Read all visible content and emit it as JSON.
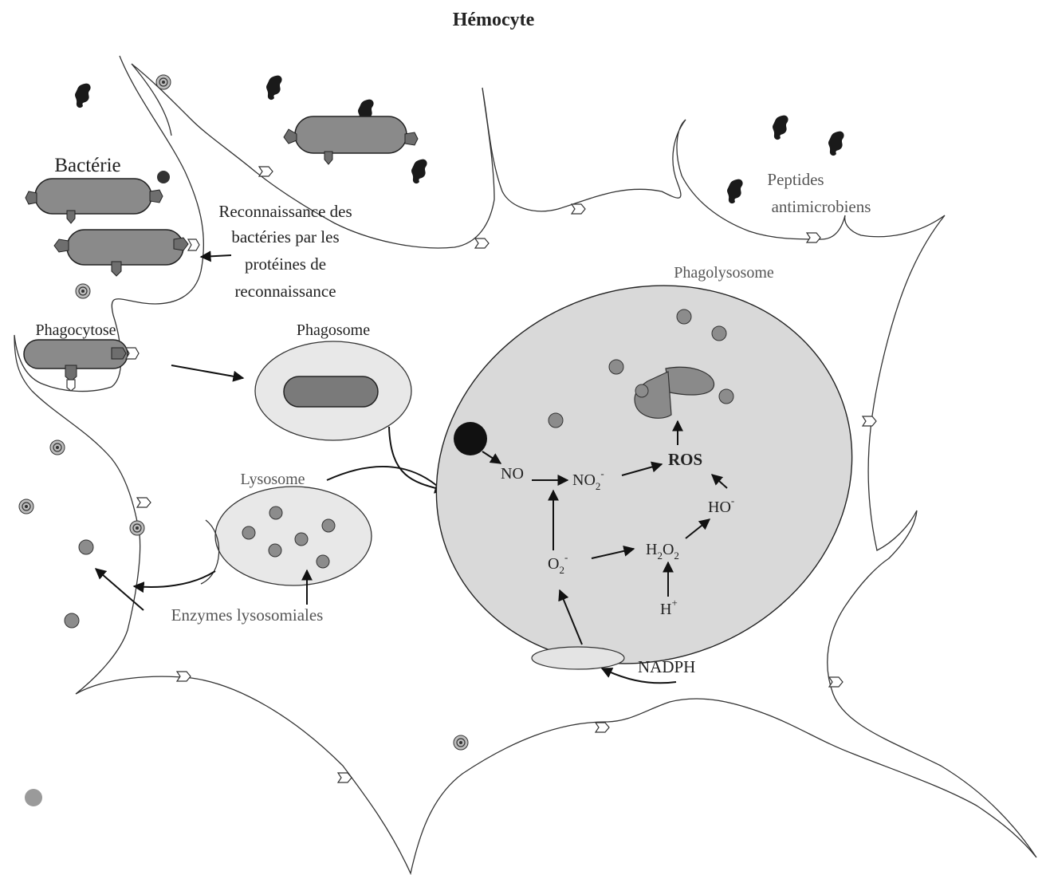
{
  "diagram": {
    "title": "Hémocyte",
    "labels": {
      "bacterie": "Bactérie",
      "reconnaissance_1": "Reconnaissance des",
      "reconnaissance_2": "bactéries par les",
      "reconnaissance_3": "protéines de",
      "reconnaissance_4": "reconnaissance",
      "peptides_1": "Peptides",
      "peptides_2": "antimicrobiens",
      "phagocytose": "Phagocytose",
      "phagosome": "Phagosome",
      "phagolysosome": "Phagolysosome",
      "lysosome": "Lysosome",
      "enzymes": "Enzymes lysosomiales",
      "nadph": "NADPH",
      "no": "NO",
      "no2": "NO",
      "no2_sub": "2",
      "no2_sup": "-",
      "ros": "ROS",
      "ho": "HO",
      "ho_sup": "-",
      "h2o2_a": "H",
      "h2o2_sub1": "2",
      "h2o2_b": "O",
      "h2o2_sub2": "2",
      "o2": "O",
      "o2_sub": "2",
      "o2_sup": "-",
      "h": "H",
      "h_sup": "+"
    }
  }
}
